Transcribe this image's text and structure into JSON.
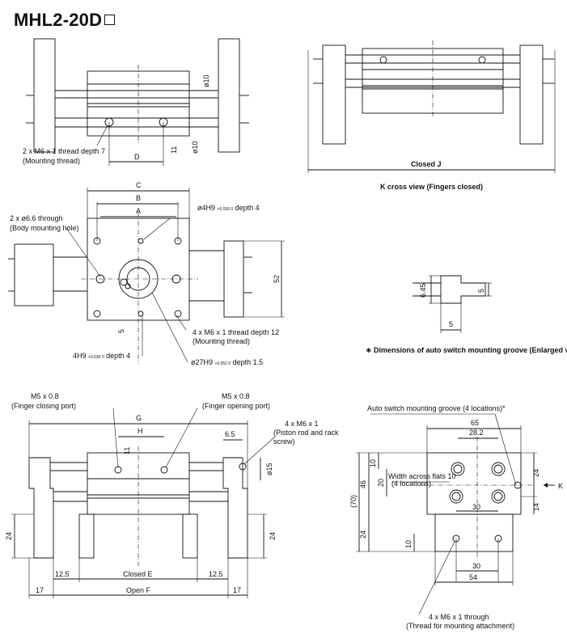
{
  "title": "MHL2-20D",
  "top_left": {
    "dims": {
      "d": "D",
      "dia_top": "ø10",
      "dia_bot": "ø10",
      "h11": "11"
    },
    "callout": {
      "line1": "2 x M6 x 1 thread depth 7",
      "line2": "(Mounting thread)"
    }
  },
  "top_right": {
    "closed_label": "Closed J",
    "caption": "K cross view (Fingers closed)"
  },
  "middle_left": {
    "dims": {
      "c": "C",
      "b": "B",
      "a": "A",
      "h52": "52",
      "five": "5"
    },
    "callout_pin": {
      "main": "ø4H9",
      "tol": "+0.030 0",
      "depth": "depth 4"
    },
    "callout_through": {
      "line1": "2 x ø6.6 through",
      "line2": "(Body mounting hole)"
    },
    "callout_thread": {
      "line1": "4 x M6 x 1 thread depth 12",
      "line2": "(Mounting thread)"
    },
    "callout_h9": {
      "main": "4H9",
      "tol": "+0.030 0",
      "depth": "depth 4"
    },
    "callout_bore": {
      "main": "ø27H9",
      "tol": "+0.052 0",
      "depth": "depth 1.5"
    }
  },
  "middle_right": {
    "dims": {
      "d645": "6.45",
      "d5a": "5",
      "d5b": "5"
    },
    "note": "∗ Dimensions of auto switch mounting groove (Enlarged view)"
  },
  "bottom_left": {
    "port_close": {
      "line1": "M5 x 0.8",
      "line2": "(Finger closing port)"
    },
    "port_open": {
      "line1": "M5 x 0.8",
      "line2": "(Finger opening port)"
    },
    "rod_thread": {
      "line1": "4 x M6 x 1",
      "line2": "(Piston rod and rack",
      "line3": "screw)"
    },
    "dims": {
      "g": "G",
      "h": "H",
      "h11": "11",
      "d65": "6.5",
      "d15": "ø15",
      "h24l": "24",
      "h24r": "24",
      "d125l": "12.5",
      "d125r": "12.5",
      "closed_e": "Closed E",
      "d17l": "17",
      "d17r": "17",
      "open_f": "Open F"
    }
  },
  "bottom_right": {
    "groove_note": "Auto switch mounting groove (4 locations)*",
    "flats_note": {
      "line1": "Width across flats 10",
      "line2": "(4 locations)"
    },
    "k_label": "K",
    "dims": {
      "d65": "65",
      "d282": "28.2",
      "d10a": "10",
      "d20": "20",
      "d46": "46",
      "d70": "(70)",
      "d24a": "24",
      "d30a": "30",
      "d24b": "24",
      "d14": "14",
      "d10b": "10",
      "d30b": "30",
      "d54": "54"
    },
    "callout": {
      "line1": "4 x M6 x 1 through",
      "line2": "(Thread for mounting attachment)"
    }
  }
}
